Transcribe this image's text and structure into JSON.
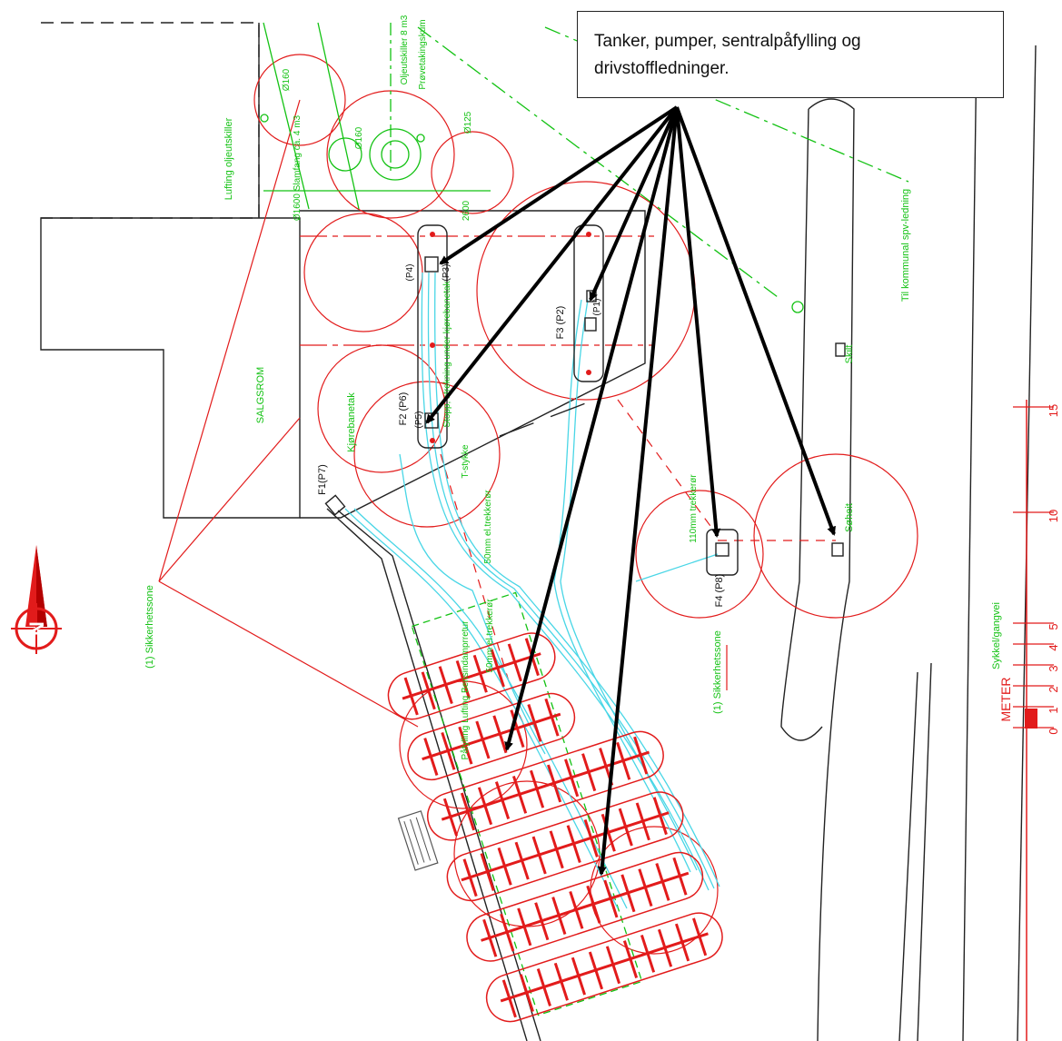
{
  "callout": {
    "line1": "Tanker, pumper, sentralpåfylling og",
    "line2": "drivstoffledninger."
  },
  "labels": {
    "oljeutskiller_luft": "Lufting oljeutskiller",
    "slamfang": "Ø1600 Slamfang ca. 4 m3",
    "oljeutskiller": "Oljeutskiller 8 m3",
    "provetaking": "Prøvetakingskum",
    "pipe1": "Ø160",
    "pipe2": "Ø160",
    "pipe3": "Ø125",
    "salgsrom": "SALGSROM",
    "kjorebanetak": "Kjørebanetak",
    "stopp": "Stopp, strekning under kjørebanetak",
    "f1": "F1(P7)",
    "f2": "F2 (P6)",
    "f3": "F3 (P2)",
    "f4": "F4 (P8)",
    "p4": "(P4)",
    "p3": "(P3)",
    "p5": "(P5)",
    "p1": "(P1)",
    "tstykke": "T-stykke",
    "trekkror1": "50mm el.trekkerør",
    "trekkror2": "50mm el.trekkerør",
    "trekkror3": "110mm trekkerør",
    "sikkerhetssone1": "(1) Sikkerhetssone",
    "sikkerhetssone2": "(1) Sikkerhetssone",
    "pafylling": "Påfylling Lufting Bensindamprretur",
    "kommunal": "Til kommunal spv-ledning",
    "skilt": "Skilt",
    "saheit": "Søheit",
    "sykkel": "Sykkel/gangvei",
    "nord": "N",
    "meter": "METER",
    "dim": "2600"
  },
  "scale": {
    "ticks": [
      "0",
      "1",
      "2",
      "3",
      "4",
      "5",
      "10",
      "15"
    ]
  },
  "colors": {
    "red": "#e21b1b",
    "green": "#13c213",
    "cyan": "#49d6e6",
    "black": "#111111"
  }
}
